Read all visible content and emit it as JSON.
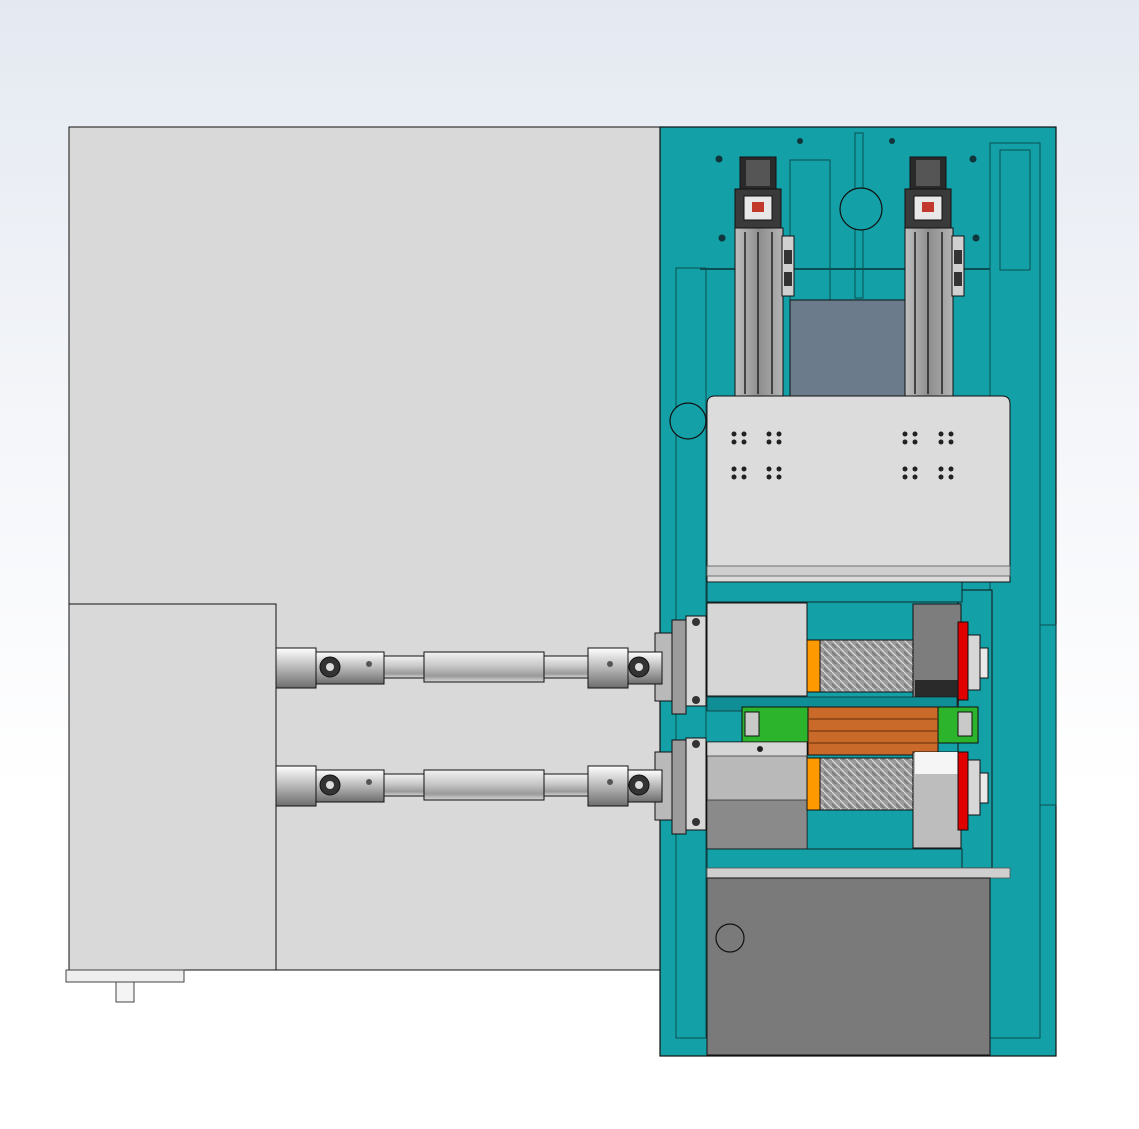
{
  "viewport": {
    "background_top": "#e4e9f1",
    "background_bottom": "#ffffff"
  },
  "colors": {
    "housing_grey": "#d9d9d9",
    "frame_teal": "#13a0a6",
    "dark_plate": "#6b7b8c",
    "steel": "#c8c8c8",
    "dark_steel": "#7a7a7a",
    "orange_bearing": "#ff9900",
    "red_flange": "#e00000",
    "green_bracket": "#2db42d",
    "copper_roller": "#c96a2a",
    "outline": "#111111"
  },
  "parts": {
    "left_housing": "left-housing",
    "teal_frame": "teal-frame",
    "drive_shafts": 2,
    "linear_actuators": 2,
    "feed_rollers": 2
  }
}
